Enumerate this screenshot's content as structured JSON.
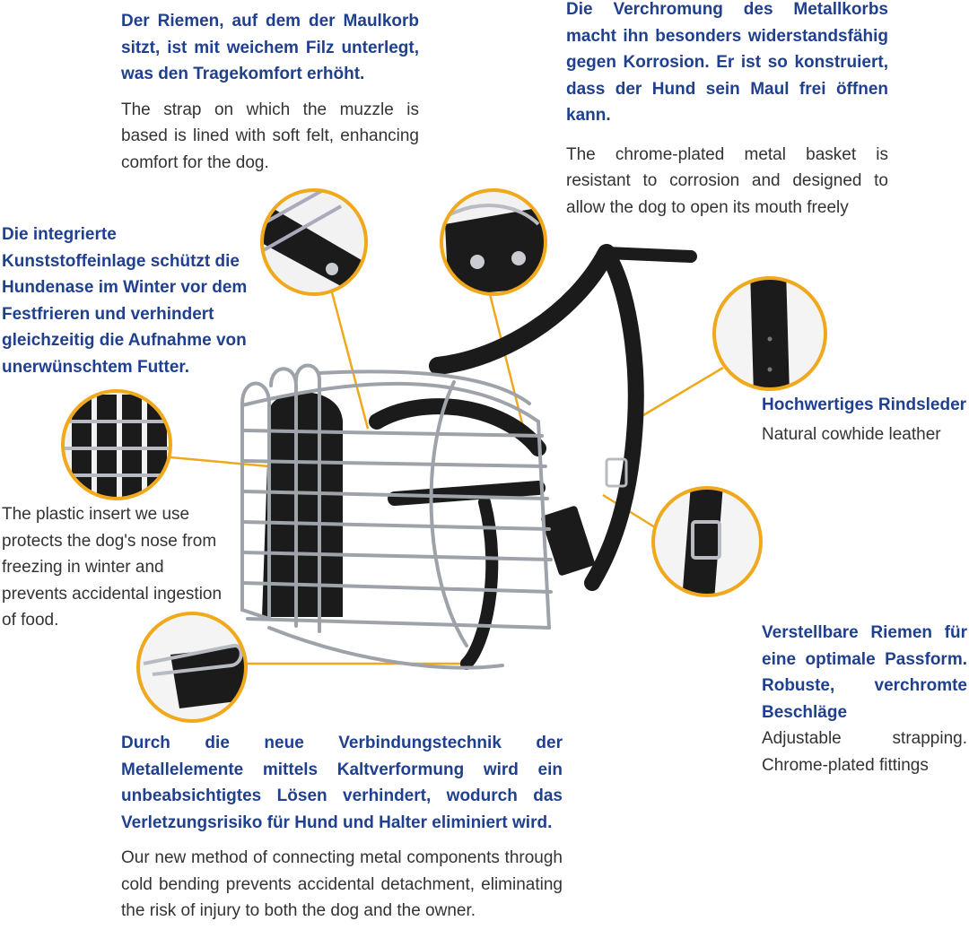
{
  "callouts": {
    "felt": {
      "de": "Der Riemen, auf dem der Maulkorb sitzt, ist mit weichem Filz unterlegt, was den Tragekomfort erhöht.",
      "en": "The strap on which the muzzle is based is lined with soft felt, enhancing comfort for the dog."
    },
    "chrome": {
      "de": "Die Verchromung des Metallkorbs macht ihn besonders widerstandsfähig gegen Korrosion. Er ist so konstruiert, dass der Hund sein Maul frei öffnen kann.",
      "en": "The chrome-plated metal basket is resistant to corrosion and designed to allow the dog to open its mouth freely"
    },
    "plastic": {
      "de": "Die integrierte Kunststoffeinlage schützt die Hundenase im Winter vor dem Festfrieren und verhindert gleichzeitig die Aufnahme von unerwünschtem Futter.",
      "en": "The plastic insert we use protects the dog's nose from freezing in winter and prevents accidental ingestion of food."
    },
    "leather": {
      "de": "Hochwertiges Rindsleder",
      "en": "Natural cowhide leather"
    },
    "straps": {
      "de": "Verstellbare Riemen für eine optimale Passform. Robuste, verchromte Beschläge",
      "en": "Adjustable strapping. Chrome-plated fittings"
    },
    "bending": {
      "de": "Durch die neue Verbindungstechnik der Metallelemente mittels Kaltverformung wird ein unbeabsichtigtes Lösen verhindert, wodurch das Verletzungsrisiko für Hund und Halter eliminiert wird.",
      "en": "Our new method of connecting metal components through cold bending prevents accidental detachment, eliminating the risk of injury to both the dog and the owner."
    }
  },
  "colors": {
    "heading": "#1f3f8f",
    "body": "#333333",
    "accent": "#f0a81c",
    "leather": "#1b1b1b",
    "chrome": "#b8bcc2"
  }
}
